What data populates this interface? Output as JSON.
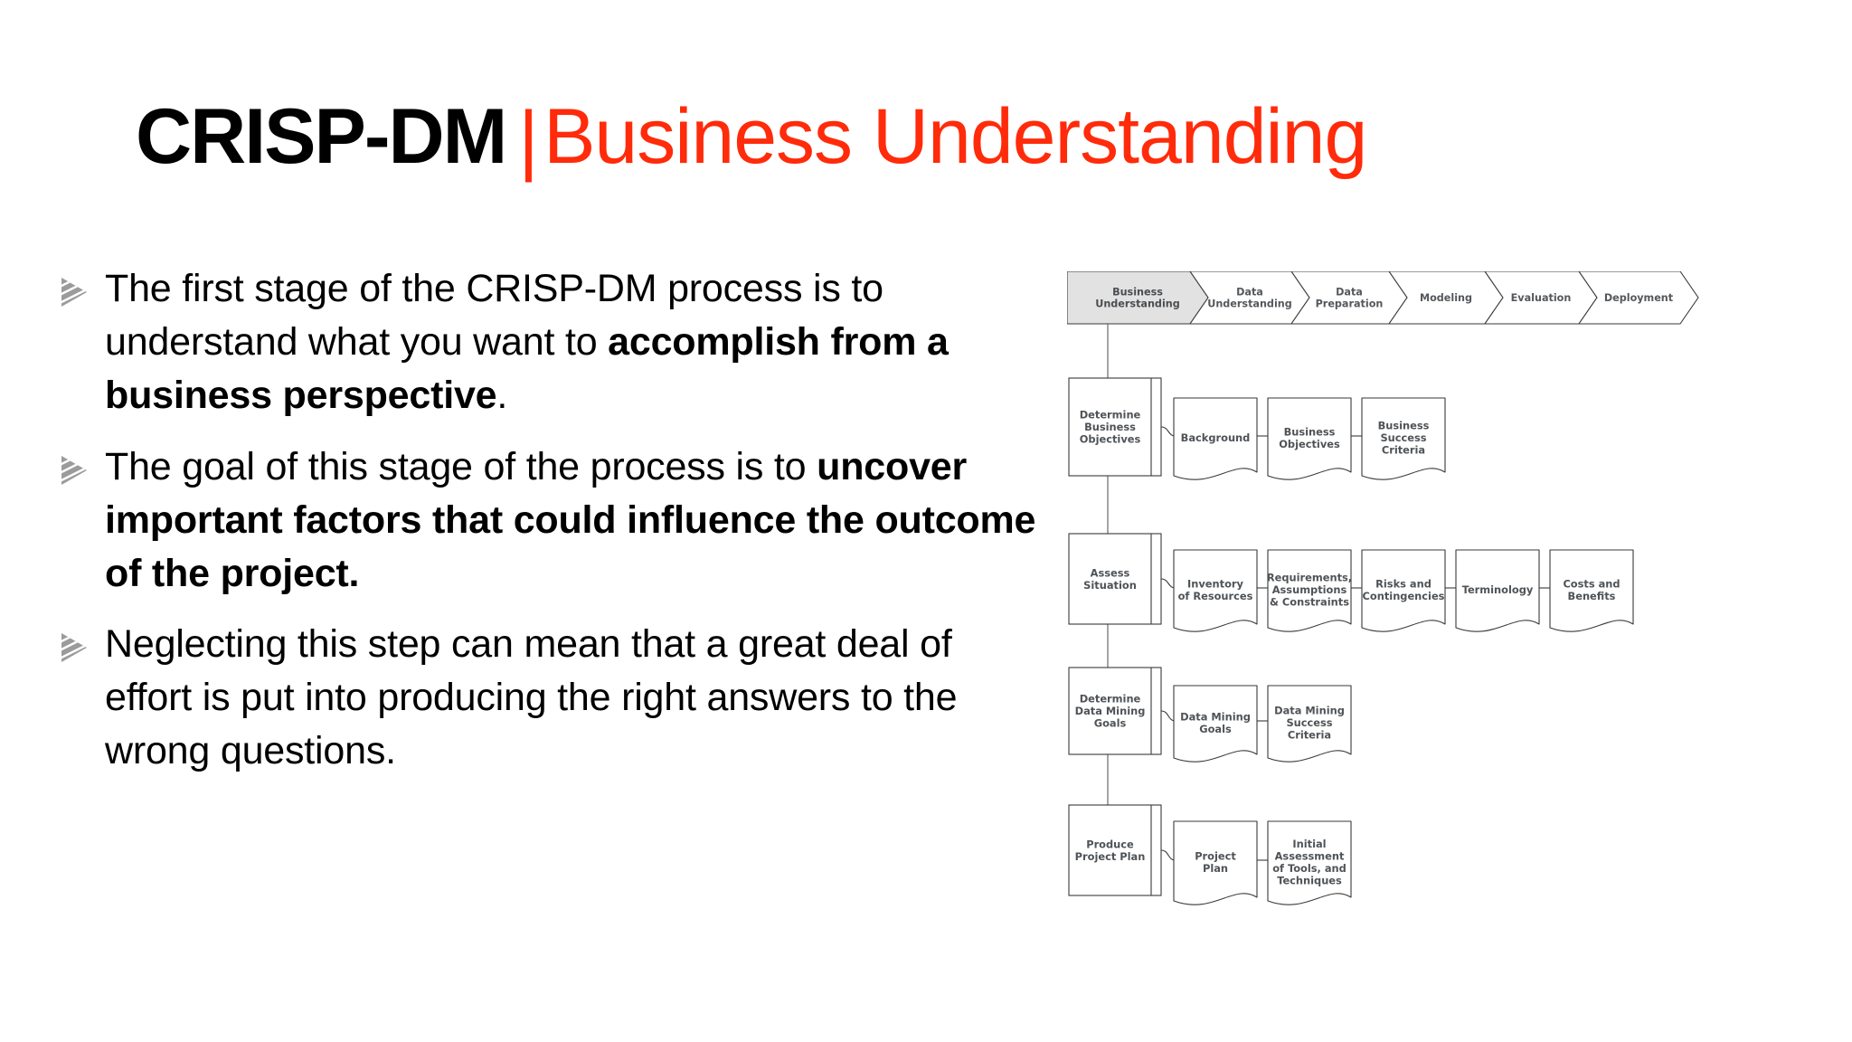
{
  "title": {
    "main": "CRISP-DM",
    "separator": "|",
    "accent": "Business Understanding",
    "accent_color": "#ff2b0a"
  },
  "bullets": [
    {
      "marker_icon": "triangle-right-striped-icon",
      "segments": [
        {
          "text": "The first stage of the CRISP-DM process is to understand what you want to ",
          "bold": false
        },
        {
          "text": "accomplish from a business perspective",
          "bold": true
        },
        {
          "text": ".",
          "bold": false
        }
      ]
    },
    {
      "marker_icon": "triangle-right-striped-icon",
      "segments": [
        {
          "text": "The goal of this stage of the process is to ",
          "bold": false
        },
        {
          "text": "uncover important factors that could influence the outcome of the project.",
          "bold": true
        }
      ]
    },
    {
      "marker_icon": "triangle-right-striped-icon",
      "segments": [
        {
          "text": "Neglecting this step can mean that a great deal of effort is put into producing the right answers to the wrong questions.",
          "bold": false
        }
      ]
    }
  ],
  "diagram": {
    "name": "crisp-dm-business-understanding-diagram",
    "phases": [
      {
        "label_line1": "Business",
        "label_line2": "Understanding",
        "active": true
      },
      {
        "label_line1": "Data",
        "label_line2": "Understanding",
        "active": false
      },
      {
        "label_line1": "Data",
        "label_line2": "Preparation",
        "active": false
      },
      {
        "label_line1": "Modeling",
        "label_line2": "",
        "active": false
      },
      {
        "label_line1": "Evaluation",
        "label_line2": "",
        "active": false
      },
      {
        "label_line1": "Deployment",
        "label_line2": "",
        "active": false
      }
    ],
    "rows": [
      {
        "task": [
          "Determine",
          "Business",
          "Objectives"
        ],
        "outputs": [
          {
            "lines": [
              "Background"
            ]
          },
          {
            "lines": [
              "Business",
              "Objectives"
            ]
          },
          {
            "lines": [
              "Business",
              "Success",
              "Criteria"
            ]
          }
        ]
      },
      {
        "task": [
          "Assess",
          "Situation"
        ],
        "outputs": [
          {
            "lines": [
              "Inventory",
              "of Resources"
            ]
          },
          {
            "lines": [
              "Requirements,",
              "Assumptions",
              "& Constraints"
            ]
          },
          {
            "lines": [
              "Risks and",
              "Contingencies"
            ]
          },
          {
            "lines": [
              "Terminology"
            ]
          },
          {
            "lines": [
              "Costs and",
              "Benefits"
            ]
          }
        ]
      },
      {
        "task": [
          "Determine",
          "Data Mining",
          "Goals"
        ],
        "outputs": [
          {
            "lines": [
              "Data Mining",
              "Goals"
            ]
          },
          {
            "lines": [
              "Data Mining",
              "Success",
              "Criteria"
            ]
          }
        ]
      },
      {
        "task": [
          "Produce",
          "Project Plan"
        ],
        "outputs": [
          {
            "lines": [
              "Project",
              "Plan"
            ]
          },
          {
            "lines": [
              "Initial",
              "Assessment",
              "of Tools, and",
              "Techniques"
            ]
          }
        ]
      }
    ]
  }
}
